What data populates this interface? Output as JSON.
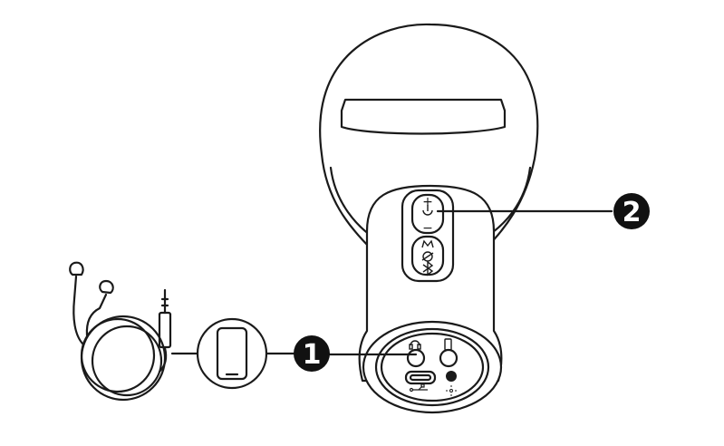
{
  "colors": {
    "line": "#1a1a1a",
    "fill": "#ffffff",
    "badge": "#111111",
    "badge_text": "#ffffff"
  },
  "callouts": [
    {
      "number": "1"
    },
    {
      "number": "2"
    }
  ],
  "icons": {
    "plus": "+",
    "minus": "−",
    "bluetooth": "ᛒ"
  }
}
